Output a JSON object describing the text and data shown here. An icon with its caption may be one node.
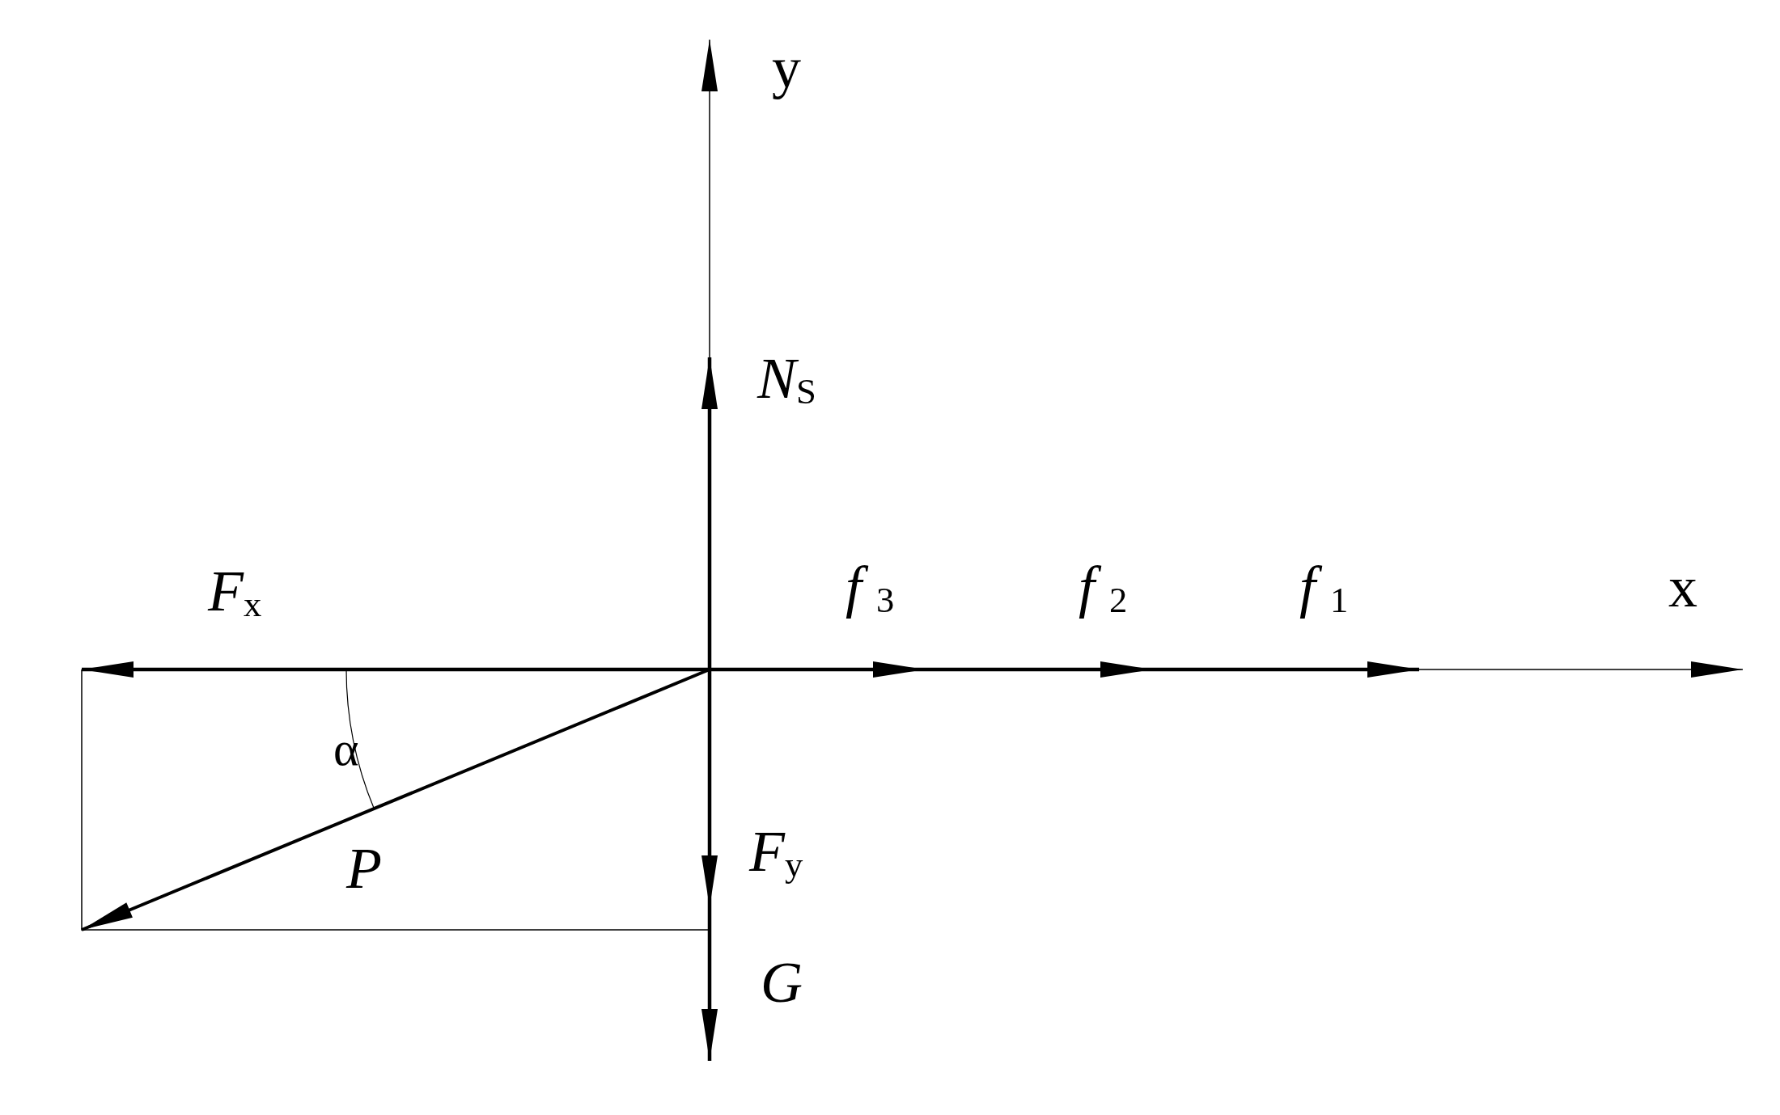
{
  "diagram": {
    "labels": [
      "y",
      "*N*$_{S}$",
      "*F*$_{x}$",
      "*f* $_{3}$",
      "*f* $_{2}$",
      "*f* $_{1}$",
      "x",
      "α",
      "P",
      "*F*$_{y}$",
      "*G*"
    ]
  }
}
